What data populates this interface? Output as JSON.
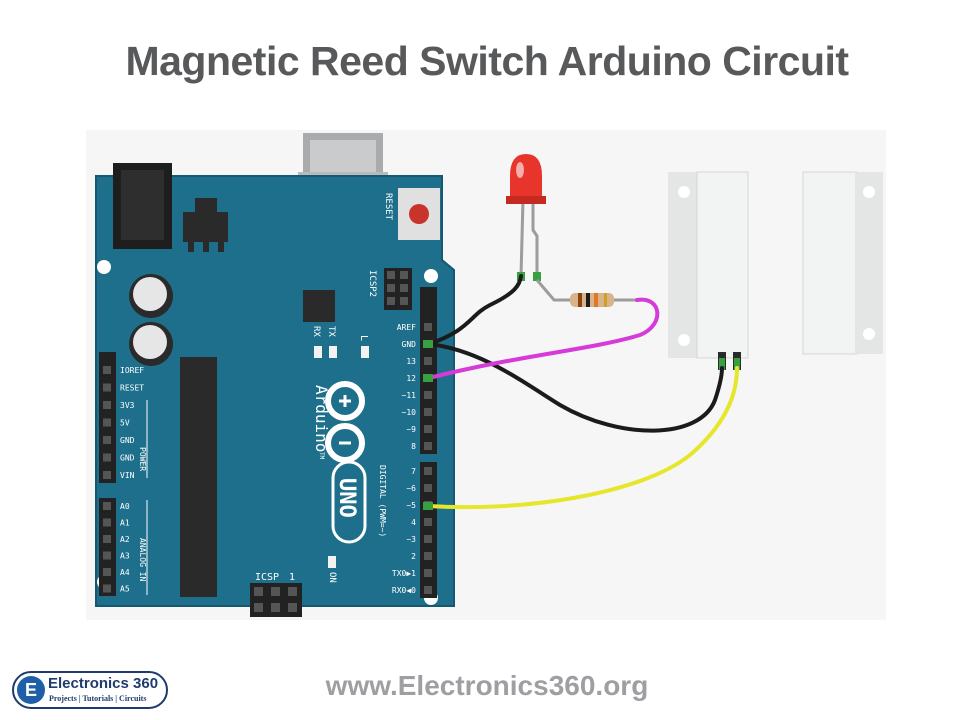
{
  "title": "Magnetic Reed Switch Arduino Circuit",
  "footer": {
    "url": "www.Electronics360.org",
    "logo_name": "Electronics 360",
    "logo_tagline": "Projects | Tutorials | Circuits",
    "logo_badge": "E"
  },
  "board": {
    "reset_label": "RESET",
    "icsp2_label": "ICSP2",
    "icsp_label": "ICSP",
    "icsp_pin1": "1",
    "led_l_label": "L",
    "tx_label": "TX",
    "rx_label": "RX",
    "on_label": "ON",
    "brand_label": "Arduino",
    "tm_label": "TM",
    "uno_label": "UNO",
    "power_group_label": "POWER",
    "analog_group_label": "ANALOG IN",
    "digital_group_label": "DIGITAL (PWM=~)",
    "left_power_pins": [
      "IOREF",
      "RESET",
      "3V3",
      "5V",
      "GND",
      "GND",
      "VIN"
    ],
    "left_analog_pins": [
      "A0",
      "A1",
      "A2",
      "A3",
      "A4",
      "A5"
    ],
    "right_upper_pins": [
      "AREF",
      "GND",
      "13",
      "12",
      "~11",
      "~10",
      "~9",
      "8"
    ],
    "right_lower_pins": [
      "7",
      "~6",
      "~5",
      "4",
      "~3",
      "2",
      "TX0▶1",
      "RX0◀0"
    ]
  },
  "colors": {
    "board": "#1d6f8b",
    "board_edge": "#16596f",
    "wire_gnd": "#1b1b1b",
    "wire_pin12": "#d63ad8",
    "wire_pin5": "#e6e62a",
    "led": "#e8352b",
    "reed_body": "#ebecec"
  },
  "components": {
    "led": "led-icon",
    "resistor": "resistor-icon",
    "reed_switch": "reed-switch-icon",
    "magnet": "magnet-icon"
  }
}
